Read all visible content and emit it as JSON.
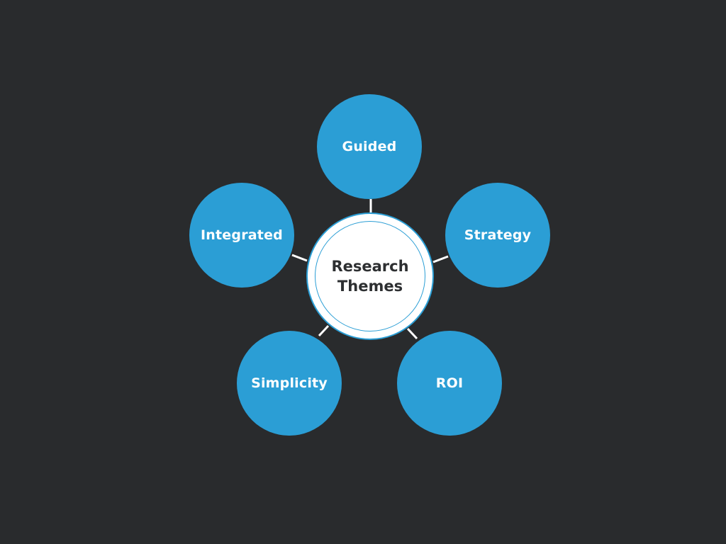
{
  "colors": {
    "background": "#292b2d",
    "node_fill": "#2b9ed5",
    "hub_fill": "#ffffff",
    "hub_ring": "#2b9ed5",
    "connector": "#ffffff"
  },
  "hub": {
    "line1": "Research",
    "line2": "Themes"
  },
  "themes": [
    {
      "label": "Guided"
    },
    {
      "label": "Strategy"
    },
    {
      "label": "ROI"
    },
    {
      "label": "Simplicity"
    },
    {
      "label": "Integrated"
    }
  ]
}
